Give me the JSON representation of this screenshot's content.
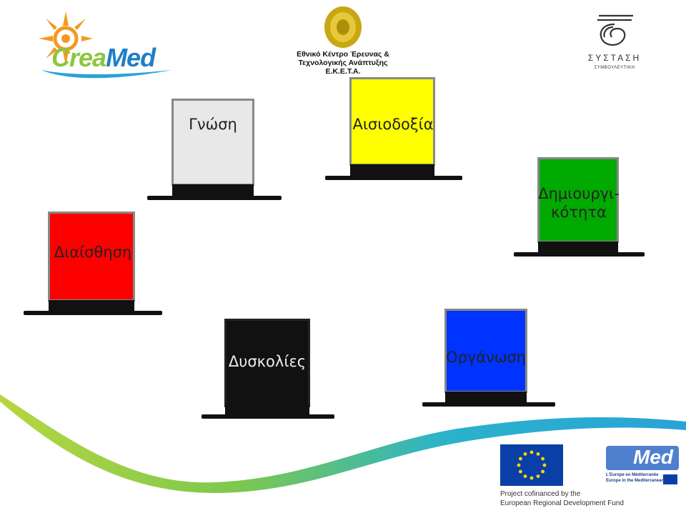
{
  "logos": {
    "creamed": {
      "part1": "Crea",
      "part2": "Med"
    },
    "eketa": {
      "line1": "Εθνικό Κέντρο Έρευνας &",
      "line2": "Τεχνολογικής Ανάπτυξης",
      "line3": "Ε.Κ.Ε.Τ.Α."
    },
    "systasi": {
      "name": "ΣΥΣΤΑΣΗ",
      "tagline": "ΣΥΜΒΟΥΛΕΥΤΙΚΗ"
    },
    "med": {
      "name": "Med",
      "line1": "L'Europe en Méditerranée",
      "line2": "Europe in the Mediterranean"
    }
  },
  "hats": {
    "gnosi": {
      "label": "Γνώση",
      "color": "#e8e8e8"
    },
    "aisiodoxia": {
      "label": "Αισιοδοξία",
      "color": "#ffff00"
    },
    "dimiourgikotita": {
      "label_line1": "Δημιουργι-",
      "label_line2": "κότητα",
      "color": "#00aa00"
    },
    "diaisthisi": {
      "label": "Διαίσθηση",
      "color": "#ff0000"
    },
    "dyskolies": {
      "label": "Δυσκολίες",
      "color": "#111111"
    },
    "organosi": {
      "label": "Οργάνωση",
      "color": "#0033ff"
    }
  },
  "footer": {
    "line1": "Project cofinanced by the",
    "line2": "European Regional Development Fund"
  }
}
